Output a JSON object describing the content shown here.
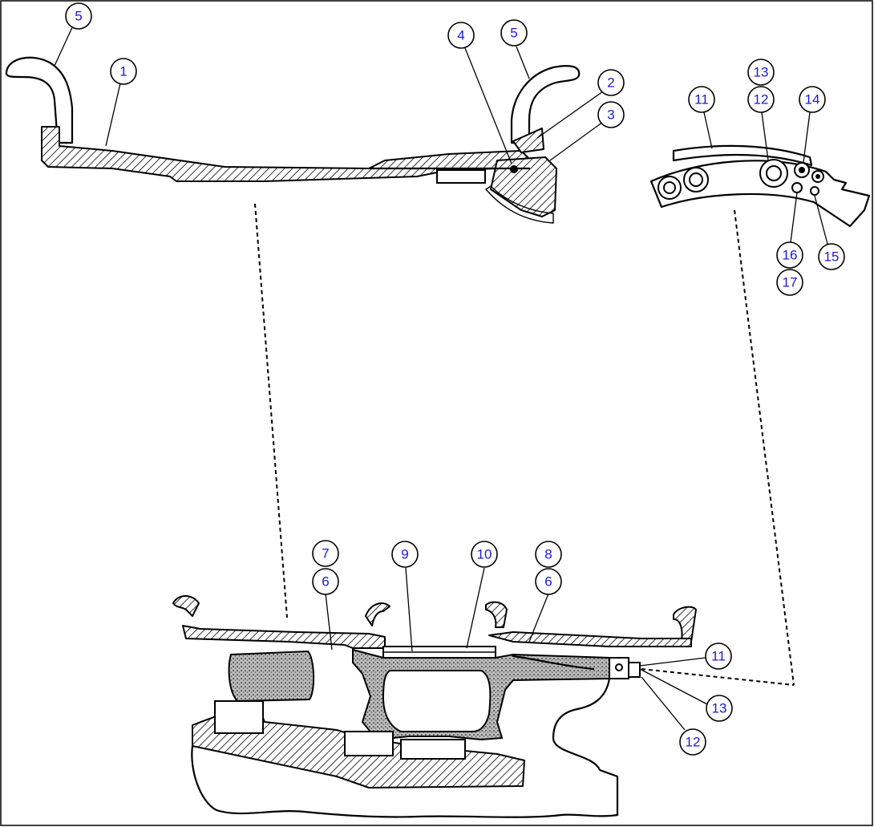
{
  "callouts": {
    "c5a": "5",
    "c1": "1",
    "c4": "4",
    "c5b": "5",
    "c2": "2",
    "c3": "3",
    "c11a": "11",
    "c13a": "13",
    "c12a": "12",
    "c14": "14",
    "c16": "16",
    "c15": "15",
    "c17": "17",
    "c7": "7",
    "c6a": "6",
    "c9": "9",
    "c10": "10",
    "c8": "8",
    "c6b": "6",
    "c11b": "11",
    "c13b": "13",
    "c12b": "12"
  },
  "colors": {
    "callout_text": "#1a1ad6",
    "line": "#000000",
    "background": "#ffffff"
  }
}
